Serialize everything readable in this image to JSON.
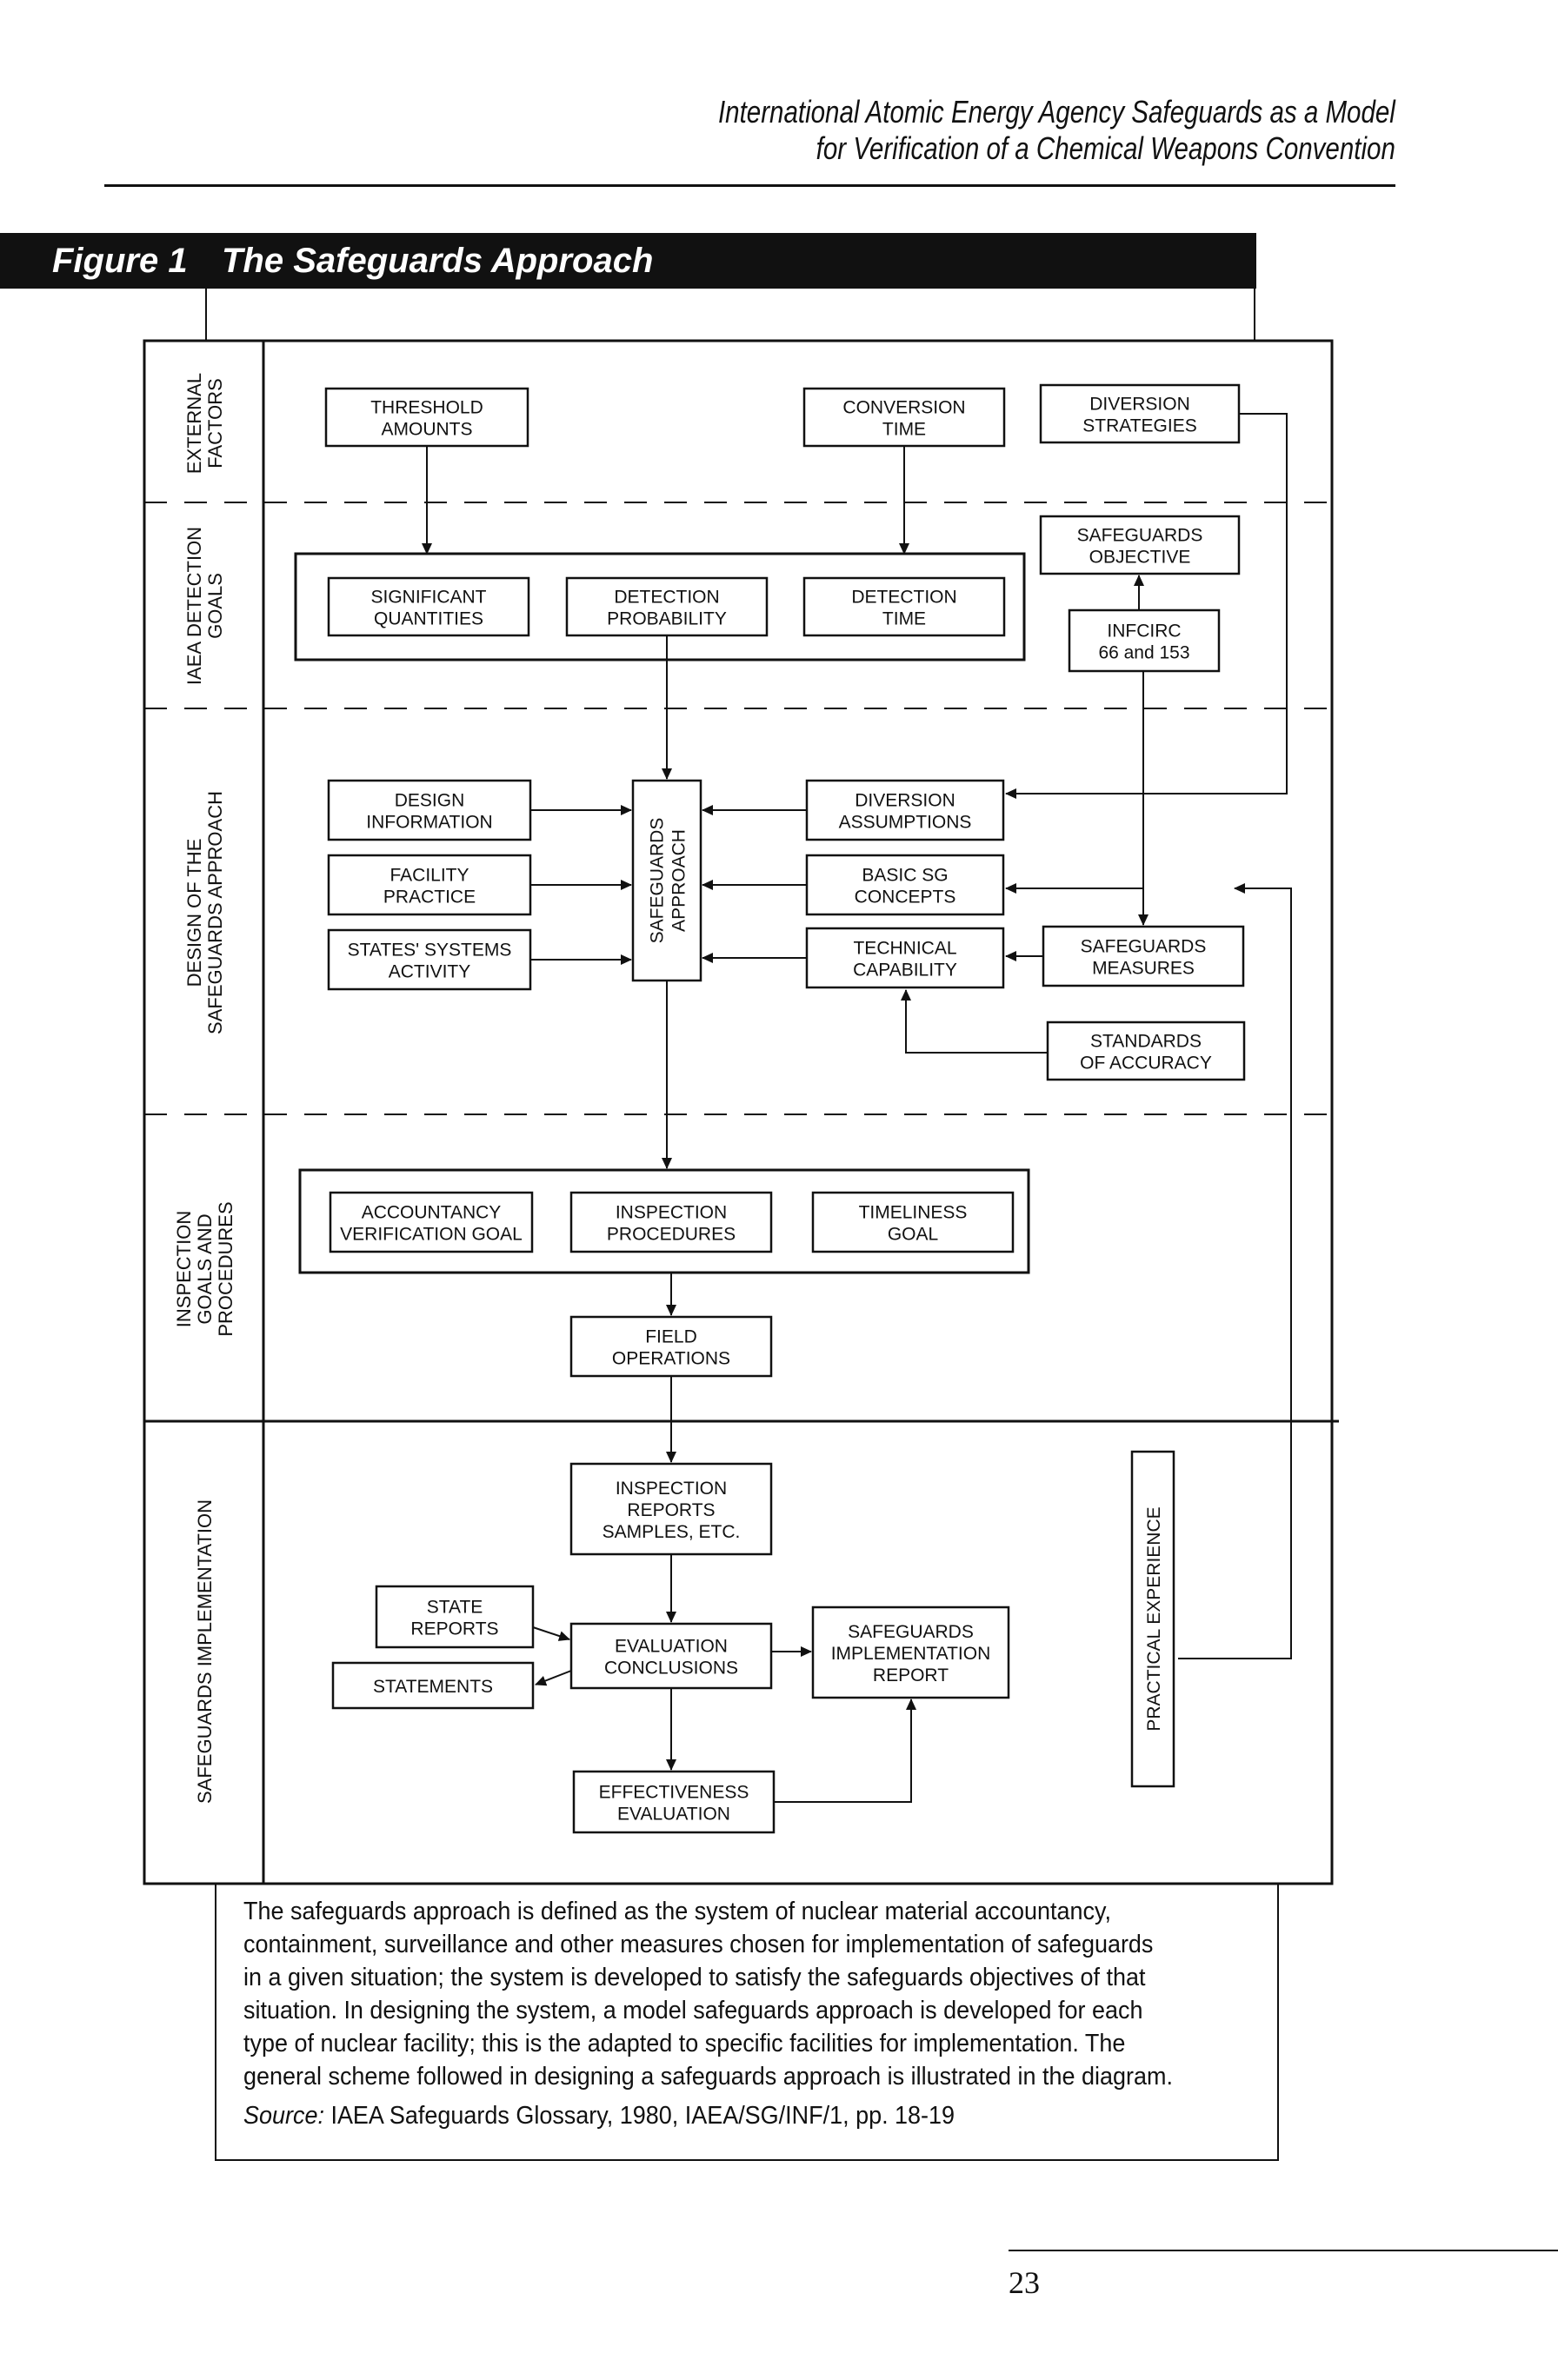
{
  "header": {
    "line1": "International Atomic Energy Agency Safeguards as a Model",
    "line2": "for Verification of a Chemical Weapons Convention"
  },
  "figure": {
    "number": "Figure 1",
    "title": "The Safeguards Approach"
  },
  "sections": [
    {
      "id": "external",
      "lines": [
        "EXTERNAL",
        "FACTORS"
      ]
    },
    {
      "id": "detection",
      "lines": [
        "IAEA DETECTION",
        "GOALS"
      ]
    },
    {
      "id": "design",
      "lines": [
        "DESIGN OF THE",
        "SAFEGUARDS APPROACH"
      ]
    },
    {
      "id": "inspection",
      "lines": [
        "INSPECTION",
        "GOALS AND",
        "PROCEDURES"
      ]
    },
    {
      "id": "implementation",
      "lines": [
        "SAFEGUARDS IMPLEMENTATION"
      ]
    }
  ],
  "boxes": {
    "threshold": [
      "THRESHOLD",
      "AMOUNTS"
    ],
    "conversion": [
      "CONVERSION",
      "TIME"
    ],
    "diversion_strategies": [
      "DIVERSION",
      "STRATEGIES"
    ],
    "sg_objective": [
      "SAFEGUARDS",
      "OBJECTIVE"
    ],
    "significant": [
      "SIGNIFICANT",
      "QUANTITIES"
    ],
    "det_probability": [
      "DETECTION",
      "PROBABILITY"
    ],
    "det_time": [
      "DETECTION",
      "TIME"
    ],
    "infcirc": [
      "INFCIRC",
      "66 and 153"
    ],
    "design_info": [
      "DESIGN",
      "INFORMATION"
    ],
    "facility": [
      "FACILITY",
      "PRACTICE"
    ],
    "states_systems": [
      "STATES' SYSTEMS",
      "ACTIVITY"
    ],
    "sg_approach": [
      "SAFEGUARDS",
      "APPROACH"
    ],
    "div_assumptions": [
      "DIVERSION",
      "ASSUMPTIONS"
    ],
    "basic_sg": [
      "BASIC SG",
      "CONCEPTS"
    ],
    "technical": [
      "TECHNICAL",
      "CAPABILITY"
    ],
    "sg_measures": [
      "SAFEGUARDS",
      "MEASURES"
    ],
    "standards": [
      "STANDARDS",
      "OF ACCURACY"
    ],
    "accountancy": [
      "ACCOUNTANCY",
      "VERIFICATION GOAL"
    ],
    "insp_procedures": [
      "INSPECTION",
      "PROCEDURES"
    ],
    "timeliness": [
      "TIMELINESS",
      "GOAL"
    ],
    "field": [
      "FIELD",
      "OPERATIONS"
    ],
    "insp_reports": [
      "INSPECTION",
      "REPORTS",
      "SAMPLES, ETC."
    ],
    "practical": [
      "PRACTICAL EXPERIENCE"
    ],
    "state_reports": [
      "STATE",
      "REPORTS"
    ],
    "statements": [
      "STATEMENTS"
    ],
    "evaluation": [
      "EVALUATION",
      "CONCLUSIONS"
    ],
    "impl_report": [
      "SAFEGUARDS",
      "IMPLEMENTATION",
      "REPORT"
    ],
    "effectiveness": [
      "EFFECTIVENESS",
      "EVALUATION"
    ]
  },
  "caption": {
    "text": "The safeguards approach is defined as the system of nuclear material accountancy, containment, surveillance and other measures chosen for implementation of safeguards in a given situation; the system is developed to satisfy the safeguards objectives of that situation. In designing the system, a model safeguards approach is developed for each type of nuclear facility; this is the adapted to specific facilities for implementation. The general scheme followed in designing a safeguards approach is illustrated in the diagram.",
    "source_label": "Source:",
    "source_text": "IAEA Safeguards Glossary, 1980, IAEA/SG/INF/1, pp. 18-19"
  },
  "page_number": "23"
}
